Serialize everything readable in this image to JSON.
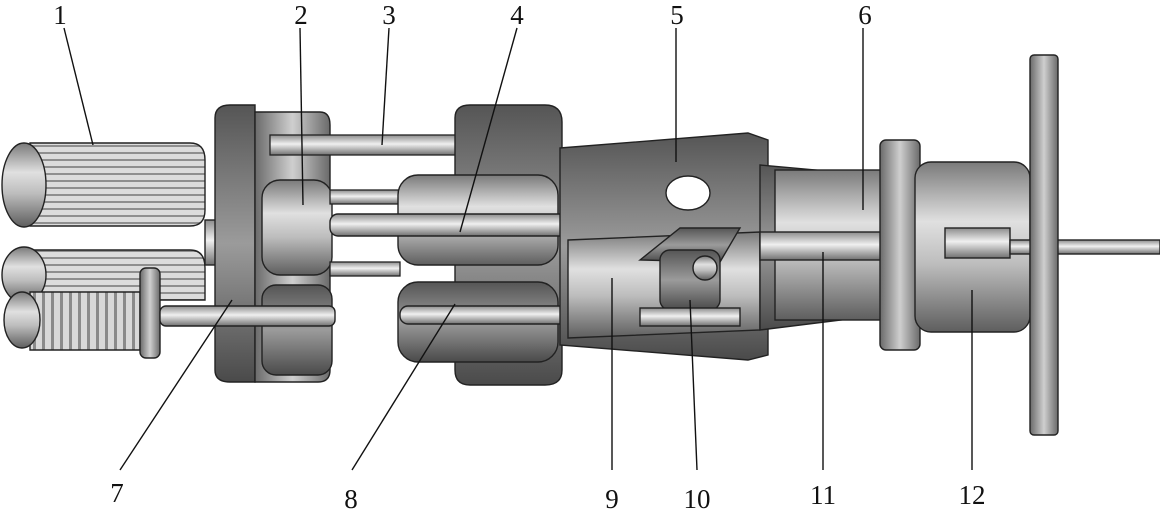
{
  "callouts": [
    {
      "id": "1",
      "label": "1"
    },
    {
      "id": "2",
      "label": "2"
    },
    {
      "id": "3",
      "label": "3"
    },
    {
      "id": "4",
      "label": "4"
    },
    {
      "id": "5",
      "label": "5"
    },
    {
      "id": "6",
      "label": "6"
    },
    {
      "id": "7",
      "label": "7"
    },
    {
      "id": "8",
      "label": "8"
    },
    {
      "id": "9",
      "label": "9"
    },
    {
      "id": "10",
      "label": "10"
    },
    {
      "id": "11",
      "label": "11"
    },
    {
      "id": "12",
      "label": "12"
    }
  ],
  "colors": {
    "ink": "#111111",
    "metal_dark": "#5a5a5a",
    "metal_mid": "#9a9a9a",
    "metal_light": "#d6d6d6",
    "highlight": "#f2f2f2"
  }
}
